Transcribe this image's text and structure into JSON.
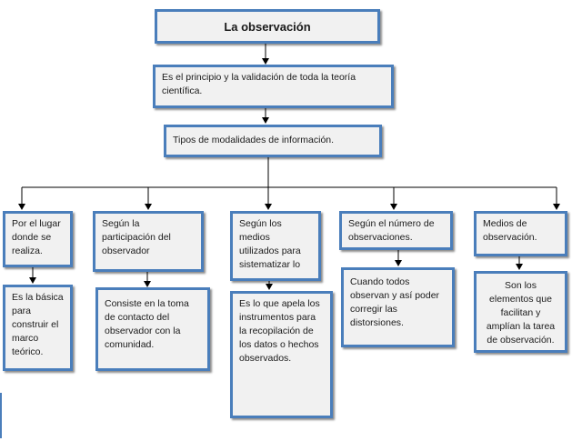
{
  "diagram": {
    "title": "La observación",
    "definition": "Es el principio y la validación de toda la teoría científica.",
    "modalities": "Tipos de modalidades de información.",
    "columns": [
      {
        "heading": "Por el lugar donde se realiza.",
        "detail": "Es la básica para construir el marco teórico."
      },
      {
        "heading": "Según la participación del observador",
        "detail": "Consiste en la toma de contacto del observador con la comunidad."
      },
      {
        "heading": "Según los medios utilizados para sistematizar lo",
        "detail": "Es lo que apela los instrumentos para la recopilación de los datos o hechos observados."
      },
      {
        "heading": "Según el número de observaciones.",
        "detail": "Cuando todos observan y así poder corregir las distorsiones."
      },
      {
        "heading": "Medios de observación.",
        "detail": "Son los elementos que facilitan y amplían la tarea de observación."
      }
    ]
  },
  "colors": {
    "box_border": "#4a7ebb",
    "box_fill": "#f1f1f1",
    "connector": "#000000"
  }
}
